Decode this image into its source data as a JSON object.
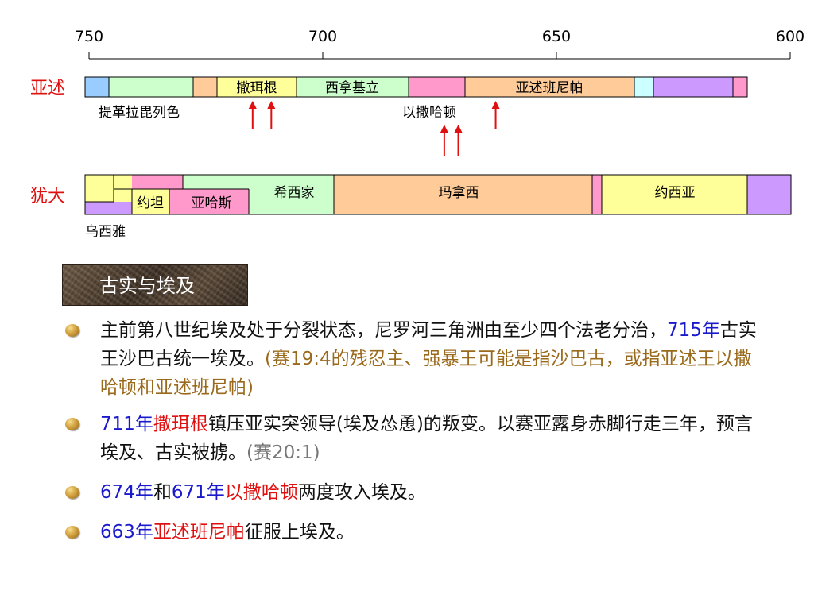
{
  "chart_data": {
    "type": "timeline",
    "axis": {
      "ticks": [
        750,
        700,
        650,
        600
      ],
      "range": [
        750,
        600
      ]
    },
    "rows": [
      {
        "label": "亚述",
        "label_color": "#e01010",
        "segments": [
          {
            "start": 750,
            "end": 745,
            "color": "#99ccff",
            "text": ""
          },
          {
            "start": 745,
            "end": 727,
            "color": "#ccffcc",
            "text": ""
          },
          {
            "start": 727,
            "end": 722,
            "color": "#ffcc99",
            "text": ""
          },
          {
            "start": 722,
            "end": 705,
            "color": "#ffff99",
            "text": "撒珥根"
          },
          {
            "start": 705,
            "end": 681,
            "color": "#ccffcc",
            "text": "西拿基立"
          },
          {
            "start": 681,
            "end": 669,
            "color": "#ff99cc",
            "text": ""
          },
          {
            "start": 669,
            "end": 633,
            "color": "#ffcc99",
            "text": "亚述班尼帕"
          },
          {
            "start": 633,
            "end": 629,
            "color": "#ccffff",
            "text": ""
          },
          {
            "start": 629,
            "end": 612,
            "color": "#cc99ff",
            "text": ""
          },
          {
            "start": 612,
            "end": 609,
            "color": "#ff99cc",
            "text": ""
          }
        ],
        "below_labels": [
          {
            "text": "提革拉毘列色",
            "at": 738
          },
          {
            "text": "以撒哈顿",
            "at": 674
          }
        ],
        "arrows": [
          {
            "at": 715,
            "level": 1
          },
          {
            "at": 711,
            "level": 1
          },
          {
            "at": 674,
            "level": 2
          },
          {
            "at": 671,
            "level": 2
          },
          {
            "at": 663,
            "level": 1
          }
        ]
      },
      {
        "label": "犹大",
        "label_color": "#e01010",
        "segments": [
          {
            "text": "乌西雅",
            "color": "#cc99ff"
          },
          {
            "text": "",
            "color": "#ffff99"
          },
          {
            "text": "约坦",
            "color": "#ffff99"
          },
          {
            "text": "",
            "color": "#ff99cc"
          },
          {
            "text": "亚哈斯",
            "color": "#ff99cc"
          },
          {
            "text": "希西家",
            "color": "#ccffcc"
          },
          {
            "text": "玛拿西",
            "color": "#ffcc99"
          },
          {
            "text": "",
            "color": "#ff99cc"
          },
          {
            "text": "约西亚",
            "color": "#ffff99"
          },
          {
            "text": "",
            "color": "#cc99ff"
          }
        ]
      }
    ]
  },
  "section": {
    "title": "古实与埃及"
  },
  "bullets": [
    {
      "p1": "主前第八世纪埃及处于分裂状态，尼罗河三角洲由至少四个法老分治，",
      "year": "715年",
      "p2": "古实王沙巴古统一埃及。",
      "note": "(赛19:4的残忍主、强暴王可能是指沙巴古，或指亚述王以撒哈顿和亚述班尼帕)"
    },
    {
      "year": "711年",
      "name": "撒珥根",
      "p1": "镇压亚实突领导(埃及怂恿)的叛变。以赛亚露身赤脚行走三年，预言埃及、古实被掳。",
      "ref": "(赛20:1)"
    },
    {
      "year1": "674年",
      "and": "和",
      "year2": "671年",
      "name": "以撒哈顿",
      "p1": "两度攻入埃及。"
    },
    {
      "year": "663年",
      "name": "亚述班尼帕",
      "p1": "征服上埃及。"
    }
  ]
}
